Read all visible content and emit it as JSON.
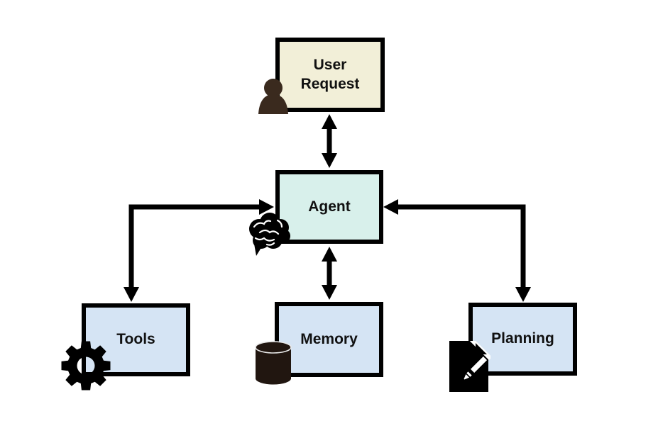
{
  "diagram": {
    "nodes": {
      "user_request": {
        "label": "User Request",
        "fill": "#f2efd8",
        "icon": "person-icon"
      },
      "agent": {
        "label": "Agent",
        "fill": "#d8f0eb",
        "icon": "brain-icon"
      },
      "tools": {
        "label": "Tools",
        "fill": "#d5e4f4",
        "icon": "gear-icon"
      },
      "memory": {
        "label": "Memory",
        "fill": "#d5e4f4",
        "icon": "database-icon"
      },
      "planning": {
        "label": "Planning",
        "fill": "#d5e4f4",
        "icon": "document-pencil-icon"
      }
    },
    "edges": [
      {
        "from": "user_request",
        "to": "agent",
        "style": "straight-vertical",
        "direction": "bidirectional"
      },
      {
        "from": "agent",
        "to": "memory",
        "style": "straight-vertical",
        "direction": "bidirectional"
      },
      {
        "from": "agent",
        "to": "tools",
        "style": "elbow",
        "direction": "bidirectional"
      },
      {
        "from": "agent",
        "to": "planning",
        "style": "elbow",
        "direction": "bidirectional"
      }
    ],
    "colors": {
      "background": "#ffffff",
      "border": "#000000",
      "arrow": "#000000",
      "text": "#111111",
      "user_request_fill": "#f2efd8",
      "agent_fill": "#d8f0eb",
      "module_fill": "#d5e4f4",
      "person_icon": "#3a2a1e",
      "database_icon": "#211610",
      "black_icon": "#000000"
    }
  }
}
